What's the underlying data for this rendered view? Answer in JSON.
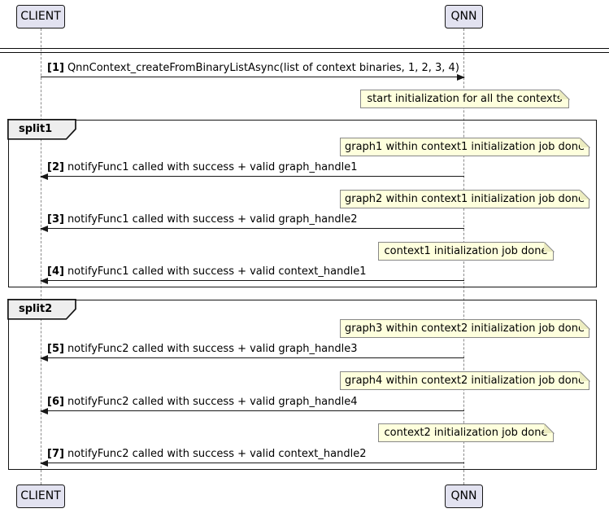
{
  "diagram_type": "sequence-diagram",
  "participants": {
    "client": "CLIENT",
    "qnn": "QNN"
  },
  "groups": [
    {
      "label": "split1"
    },
    {
      "label": "split2"
    }
  ],
  "messages": [
    {
      "seq": "[1]",
      "label": "QnnContext_createFromBinaryListAsync(list of context binaries, 1, 2, 3, 4)",
      "from": "CLIENT",
      "to": "QNN"
    },
    {
      "seq": "[2]",
      "label": "notifyFunc1 called with success + valid graph_handle1",
      "from": "QNN",
      "to": "CLIENT"
    },
    {
      "seq": "[3]",
      "label": "notifyFunc1 called with success + valid graph_handle2",
      "from": "QNN",
      "to": "CLIENT"
    },
    {
      "seq": "[4]",
      "label": "notifyFunc1 called with success + valid context_handle1",
      "from": "QNN",
      "to": "CLIENT"
    },
    {
      "seq": "[5]",
      "label": "notifyFunc2 called with success + valid graph_handle3",
      "from": "QNN",
      "to": "CLIENT"
    },
    {
      "seq": "[6]",
      "label": "notifyFunc2 called with success + valid graph_handle4",
      "from": "QNN",
      "to": "CLIENT"
    },
    {
      "seq": "[7]",
      "label": "notifyFunc2 called with success + valid context_handle2",
      "from": "QNN",
      "to": "CLIENT"
    }
  ],
  "notes": [
    {
      "text": "start initialization for all the contexts"
    },
    {
      "text": "graph1 within context1 initialization job done"
    },
    {
      "text": "graph2 within context1 initialization job done"
    },
    {
      "text": "context1 initialization job done"
    },
    {
      "text": "graph3 within context2 initialization job done"
    },
    {
      "text": "graph4 within context2 initialization job done"
    },
    {
      "text": "context2 initialization job done"
    }
  ],
  "colors": {
    "participant_fill": "#E2E2F0",
    "participant_border": "#181818",
    "note_fill": "#FEFFDD",
    "note_border": "#888888",
    "frame_border": "#141414",
    "frame_header_fill": "#EEEEEE",
    "lifeline": "#8A8A8A",
    "background": "#FFFFFF"
  }
}
